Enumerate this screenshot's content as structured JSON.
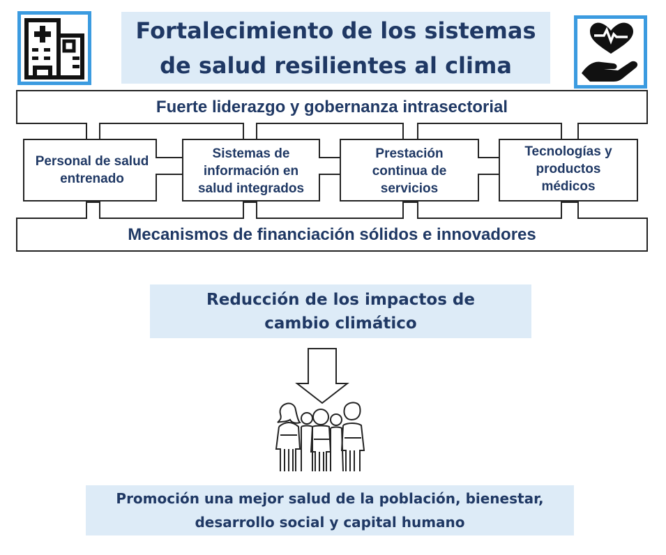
{
  "title": {
    "line1": "Fortalecimiento de los sistemas",
    "line2": "de salud resilientes al clima"
  },
  "icons": {
    "left": "hospital-building-icon",
    "right": "heart-in-hand-icon",
    "arrow": "down-arrow-icon",
    "people": "population-group-icon"
  },
  "top_bar": "Fuerte liderazgo y gobernanza intrasectorial",
  "pillars": [
    {
      "lines": [
        "Personal de salud",
        "entrenado"
      ]
    },
    {
      "lines": [
        "Sistemas de",
        "información en",
        "salud integrados"
      ]
    },
    {
      "lines": [
        "Prestación",
        "continua de",
        "servicios"
      ]
    },
    {
      "lines": [
        "Tecnologías y",
        "productos",
        "médicos"
      ]
    }
  ],
  "bottom_bar": "Mecanismos de financiación sólidos e innovadores",
  "impact": {
    "line1": "Reducción de los impactos de",
    "line2": "cambio climático"
  },
  "outcome": {
    "line1": "Promoción una mejor salud de la población, bienestar,",
    "line2": "desarrollo social y capital humano"
  },
  "colors": {
    "accent_border": "#3b9be0",
    "box_fill": "#ddebf7",
    "text": "#1f3864"
  }
}
